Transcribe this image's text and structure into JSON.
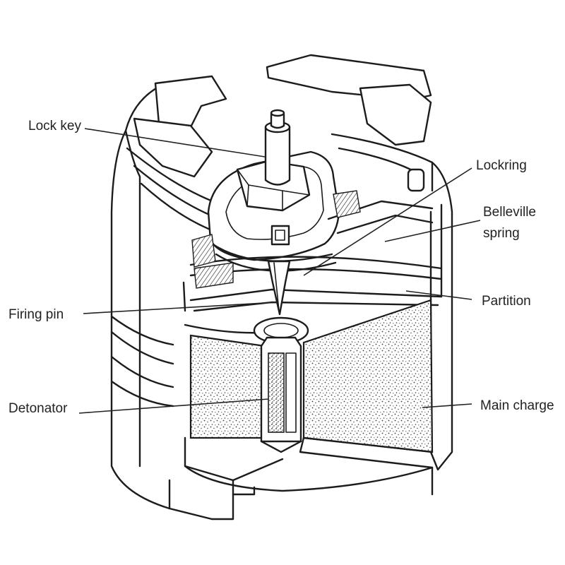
{
  "labels": {
    "lock_key": "Lock key",
    "lockring": "Lockring",
    "belleville_spring": [
      "Belleville",
      "spring"
    ],
    "partition": "Partition",
    "firing_pin": "Firing pin",
    "detonator": "Detonator",
    "main_charge": "Main charge"
  },
  "colors": {
    "ink": "#1c1c1c",
    "paper": "#ffffff"
  }
}
